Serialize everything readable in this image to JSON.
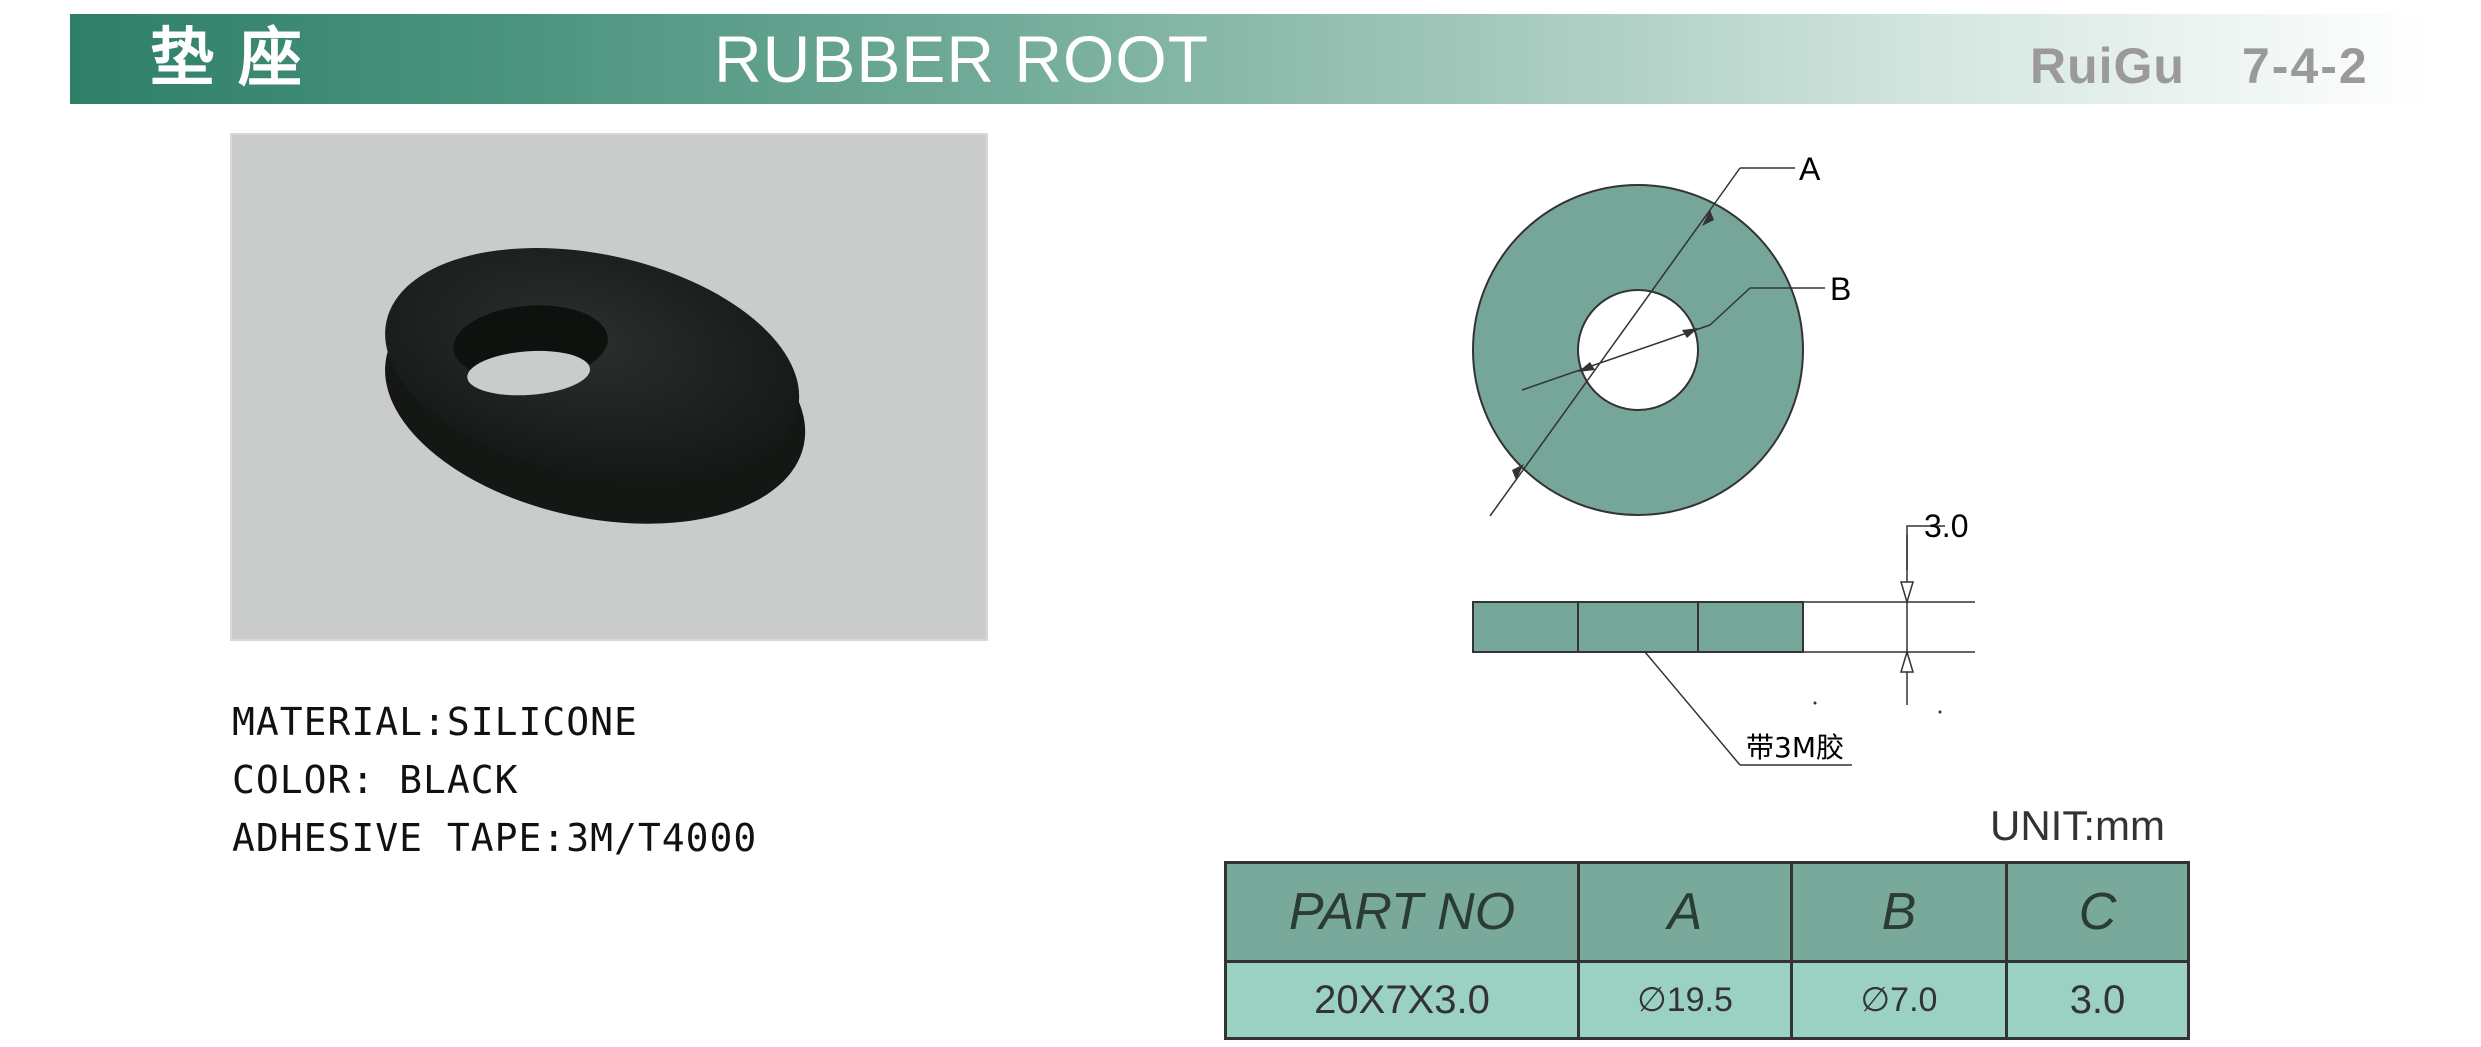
{
  "header": {
    "title_cn": "垫座",
    "title_en": "RUBBER ROOT",
    "brand": "RuiGu",
    "code": "7-4-2"
  },
  "specs": [
    "MATERIAL:SILICONE",
    "COLOR: BLACK",
    "ADHESIVE TAPE:3M/T4000"
  ],
  "drawing": {
    "label_a": "A",
    "label_b": "B",
    "thickness": "3.0",
    "tape_note": "带3M胶"
  },
  "unit_label": "UNIT:mm",
  "table": {
    "headers": [
      "PART NO",
      "A",
      "B",
      "C"
    ],
    "row": [
      "20X7X3.0",
      "∅19.5",
      "∅7.0",
      "3.0"
    ]
  },
  "colors": {
    "accent": "#2e7f68",
    "drawing_fill": "#75a699",
    "table_header": "#78a99a",
    "table_row": "#9bd1c3"
  }
}
